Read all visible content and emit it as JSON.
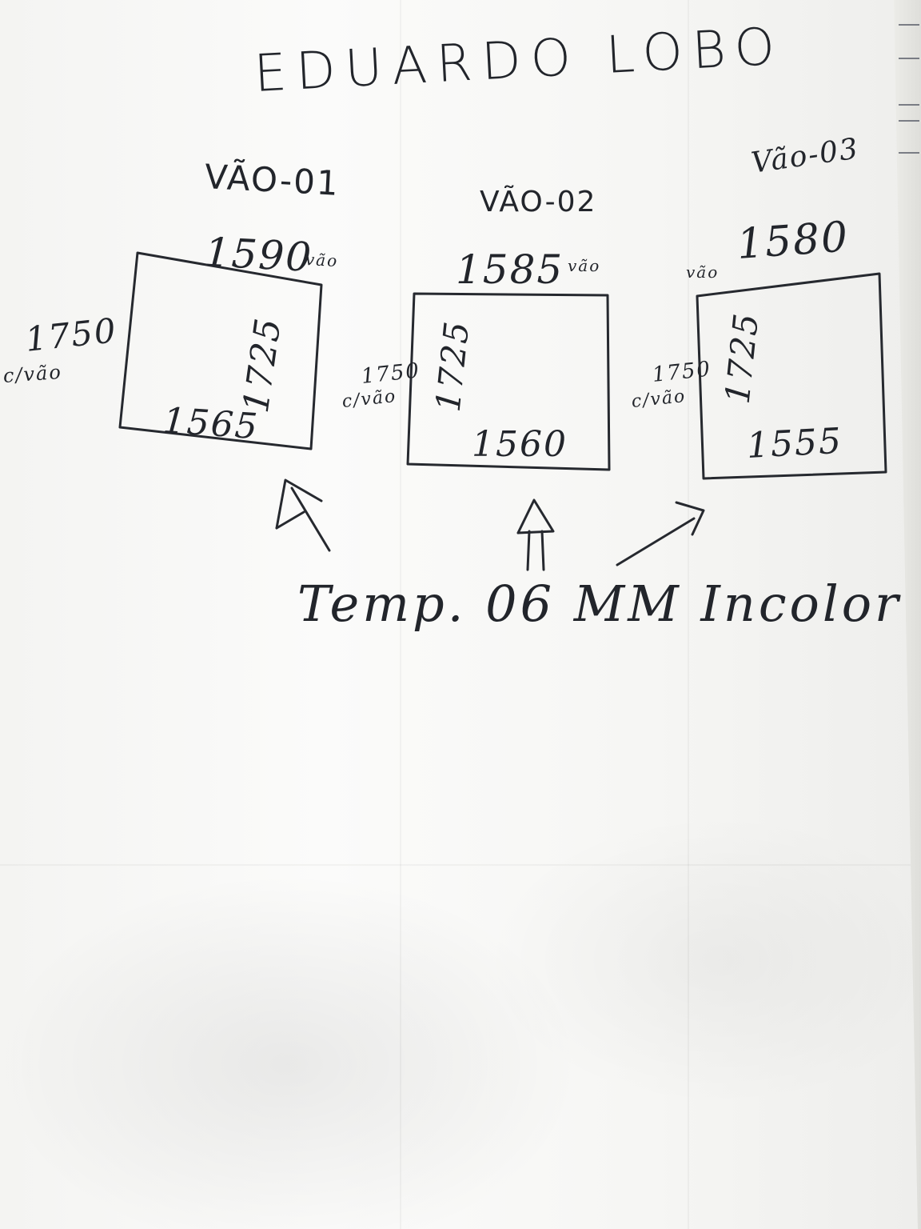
{
  "title": "EDUARDO LOBO",
  "openings": [
    {
      "label": "VÃO-01",
      "top_width": "1590",
      "top_suffix": "vão",
      "left_height": "1750",
      "left_suffix": "c/vão",
      "inner_height": "1725",
      "bottom_width": "1565"
    },
    {
      "label": "VÃO-02",
      "top_width": "1585",
      "top_suffix": "vão",
      "left_height": "1750",
      "left_suffix": "c/vão",
      "inner_height": "1725",
      "bottom_width": "1560"
    },
    {
      "label": "Vão-03",
      "top_prefix": "vão",
      "top_width": "1580",
      "left_height": "1750",
      "left_suffix": "c/vão",
      "inner_height": "1725",
      "bottom_width": "1555"
    }
  ],
  "note": "Temp. 06 MM Incolor",
  "colors": {
    "ink": "#26292f",
    "paper": "#f7f7f5"
  }
}
